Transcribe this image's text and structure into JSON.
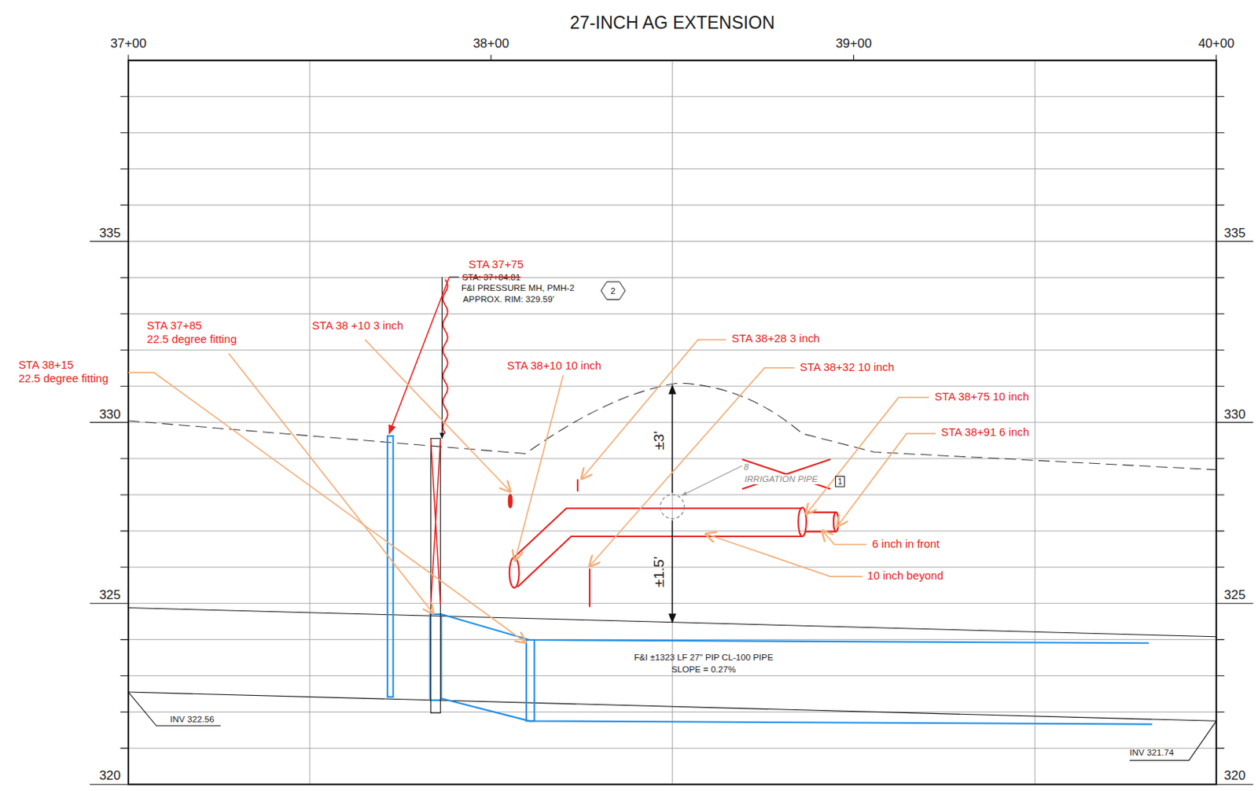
{
  "diagram": {
    "title": "27-INCH AG EXTENSION",
    "nodes": [
      {
        "text": [
          "2"
        ]
      },
      {
        "text": [
          "1"
        ]
      }
    ],
    "labels": [
      "37+00",
      "38+00",
      "39+00",
      "40+00",
      "335",
      "330",
      "325",
      "320",
      "335",
      "330",
      "325",
      "320",
      "STA 37+75",
      "STA: 37+84.81",
      "F&I PRESSURE MH, PMH-2",
      "APPROX. RIM: 329.59'",
      "STA 37+85",
      "22.5 degree fitting",
      "STA 38+15",
      "22.5 degree fitting",
      "STA 38 +10 3 inch",
      "STA 38+10 10 inch",
      "STA 38+28 3 inch",
      "STA 38+32 10 inch",
      "STA 38+75 10 inch",
      "STA 38+91 6 inch",
      "6 inch in front",
      "10 inch beyond",
      "±3'",
      "±1.5'",
      "8",
      "IRRIGATION PIPE",
      "F&I ±1323 LF 27\" PIP CL-100 PIPE",
      "SLOPE = 0.27%",
      "INV 322.56",
      "INV 321.74"
    ]
  }
}
